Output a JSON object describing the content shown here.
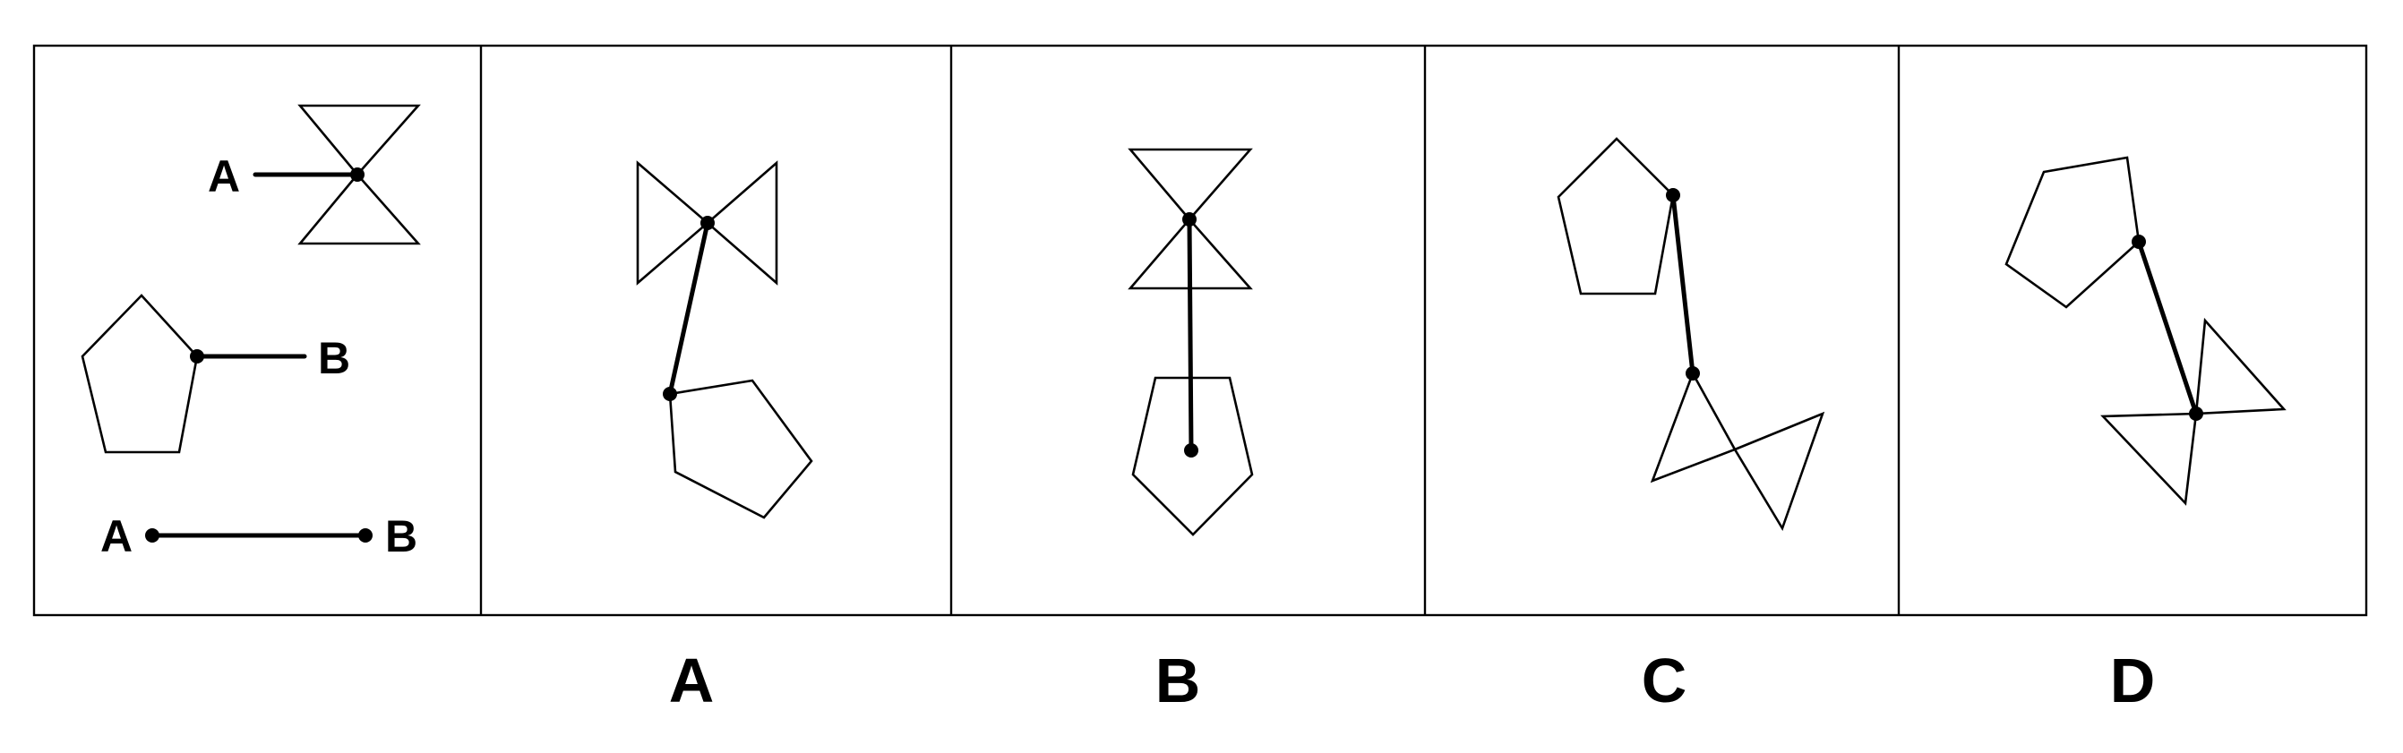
{
  "question_panel": {
    "label_a_top": "A",
    "label_b_mid": "B",
    "label_a_bottom": "A",
    "label_b_bottom": "B"
  },
  "options": [
    {
      "label": "A"
    },
    {
      "label": "B"
    },
    {
      "label": "C"
    },
    {
      "label": "D"
    }
  ],
  "colors": {
    "stroke": "#000000",
    "background": "#ffffff"
  }
}
